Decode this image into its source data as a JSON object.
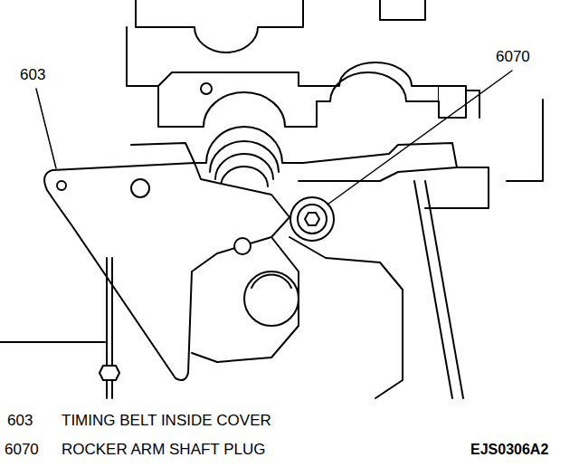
{
  "diagram": {
    "labels": [
      "603",
      "6070",
      "603",
      "TIMING BELT INSIDE COVER",
      "6070",
      "ROCKER ARM SHAFT PLUG",
      "EJS0306A2"
    ]
  }
}
